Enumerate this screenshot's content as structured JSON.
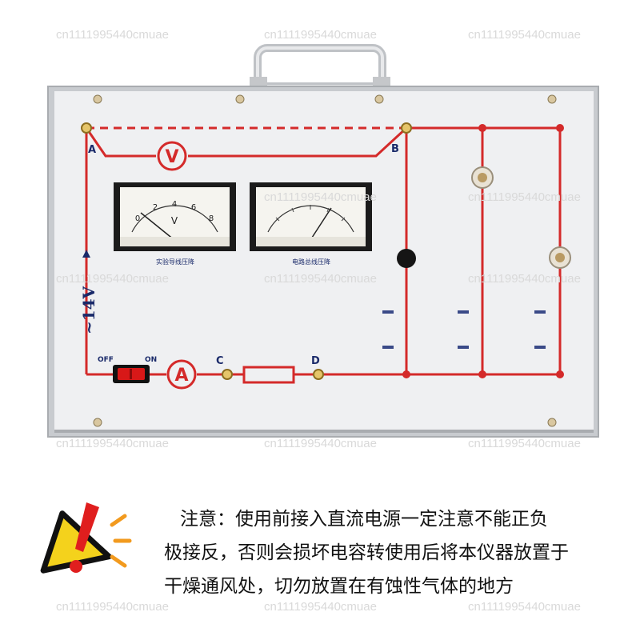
{
  "watermark": "cn1111995440cmuae",
  "panel": {
    "terminals": {
      "a": "A",
      "b": "B",
      "c": "C",
      "d": "D"
    },
    "voltage_source": "~14V",
    "voltmeter_symbol": "V",
    "ammeter_symbol": "A",
    "switch": {
      "off": "OFF",
      "on": "ON"
    },
    "meter_left": {
      "unit": "V",
      "scale": [
        "0",
        "2",
        "4",
        "6",
        "8"
      ],
      "caption": "实验导线压降"
    },
    "meter_right": {
      "caption": "电路总线压降"
    }
  },
  "notice": {
    "lines": [
      "注意：使用前接入直流电源一定注意不能正负",
      "极接反，否则会损坏电容转使用后将本仪器放置于",
      "干燥通风处，切勿放置在有蚀性气体的地方"
    ]
  },
  "colors": {
    "circuit": "#d42a2a",
    "panel": "#eff0f2",
    "frame": "#b9bcc0",
    "warning_yellow": "#f4d21c",
    "warning_red": "#e01e1e"
  }
}
